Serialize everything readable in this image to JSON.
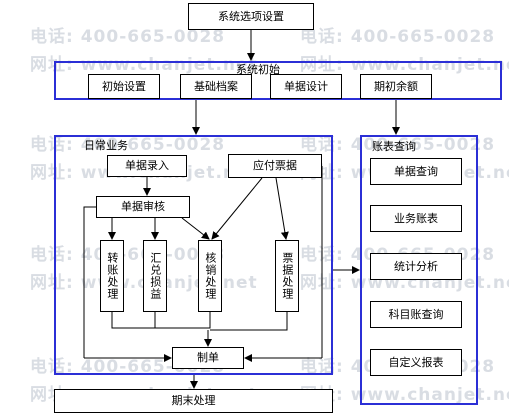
{
  "watermark": {
    "phone": "电话: 400-665-0028",
    "site": "网址: www.chanjet.net"
  },
  "top": {
    "system_options": "系统选项设置"
  },
  "init": {
    "title": "系统初始",
    "items": [
      "初始设置",
      "基础档案",
      "单据设计",
      "期初余额"
    ]
  },
  "daily": {
    "title": "日常业务",
    "entry": "单据录入",
    "payable": "应付票据",
    "audit": "单据审核",
    "transfer": "转账处理",
    "fx": "汇兑损益",
    "writeoff": "核销处理",
    "bill": "票据处理",
    "voucher": "制单"
  },
  "reports": {
    "title": "账表查询",
    "items": [
      "单据查询",
      "业务账表",
      "统计分析",
      "科目账查询",
      "自定义报表"
    ]
  },
  "period_end": "期末处理"
}
